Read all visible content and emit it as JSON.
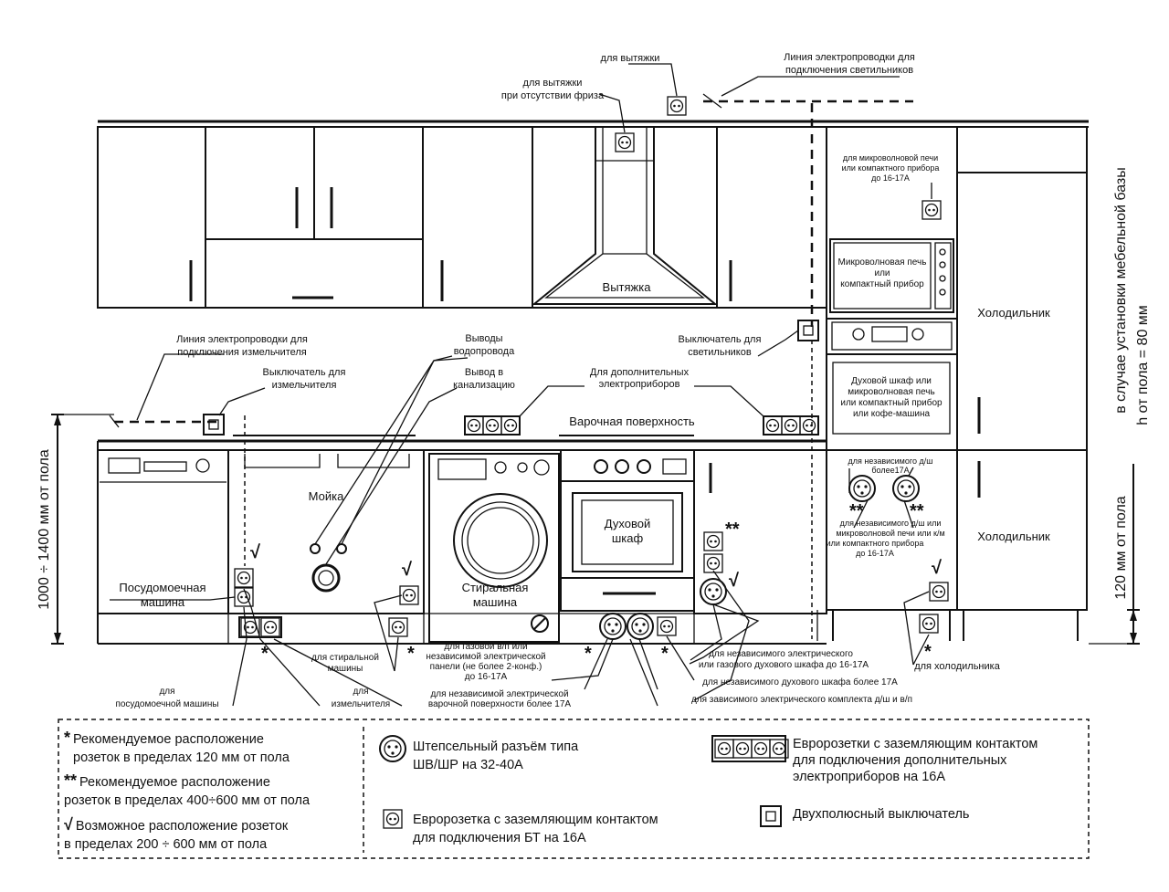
{
  "labels": {
    "hood_outlet": "для вытяжки",
    "hood_no_frieze_1": "для вытяжки",
    "hood_no_frieze_2": "при отсутствии фриза",
    "light_line_1": "Линия электропроводки для",
    "light_line_2": "подключения светильников",
    "microwave_outlet_1": "для микроволновой печи",
    "microwave_outlet_2": "или компактного прибора",
    "microwave_outlet_3": "до 16-17А",
    "microwave_1": "Микроволновая печь",
    "microwave_2": "или",
    "microwave_3": "компактный прибор",
    "hood": "Вытяжка",
    "fridge_top": "Холодильник",
    "fridge_bottom": "Холодильник",
    "vertical_base_1": "в случае установки мебельной базы",
    "vertical_base_2": "h от пола = 80 мм",
    "vertical_120": "120 мм от пола",
    "vertical_1000": "1000 ÷ 1400 мм от пола",
    "grinder_line_1": "Линия электропроводки для",
    "grinder_line_2": "подключения измельчителя",
    "grinder_switch_1": "Выключатель для",
    "grinder_switch_2": "измельчителя",
    "water_1": "Выводы",
    "water_2": "водопровода",
    "sewer_1": "Вывод в",
    "sewer_2": "канализацию",
    "light_switch_1": "Выключатель для",
    "light_switch_2": "светильников",
    "extra_1": "Для дополнительных",
    "extra_2": "электроприборов",
    "hob": "Варочная поверхность",
    "oven_cab_1": "Духовой шкаф или",
    "oven_cab_2": "микроволновая печь",
    "oven_cab_3": "или компактный прибор",
    "oven_cab_4": "или кофе-машина",
    "sink": "Мойка",
    "dishwasher_1": "Посудомоечная",
    "dishwasher_2": "машина",
    "washer_1": "Стиральная",
    "washer_2": "машина",
    "oven_1": "Духовой",
    "oven_2": "шкаф",
    "indep_dw_1": "для независимого д/ш",
    "indep_dw_2": "более17А",
    "indep_mw_1": "для независимого д/ш или",
    "indep_mw_2": "микроволновой печи или к/м",
    "indep_mw_3": "или компактного прибора",
    "indep_mw_4": "до 16-17А",
    "gas_1": "для газовой в/п или",
    "gas_2": "независимой электрической",
    "gas_3": "панели (не более 2-конф.)",
    "gas_4": "до 16-17А",
    "hob_big_1": "для независимой электрической",
    "hob_big_2": "варочной поверхности более 17А",
    "washer_out_1": "для стиральной",
    "washer_out_2": "машины",
    "dish_out_1": "для",
    "dish_out_2": "посудомоечной машины",
    "grinder_out_1": "для",
    "grinder_out_2": "измельчителя",
    "indep_oven_1": "для независимого электрического",
    "indep_oven_2": "или газового духового шкафа до 16-17А",
    "indep_oven_big": "для независимого духового шкафа более 17А",
    "dependent_set": "для зависимого электрического комплекта д/ш и в/п",
    "fridge_out": "для холодильника",
    "star1": "*",
    "star2": "**",
    "check": "√"
  },
  "legend": {
    "l1a": "Рекомендуемое расположение",
    "l1b": "розеток в пределах 120 мм от пола",
    "l2a": "Рекомендуемое расположение",
    "l2b": "розеток в пределах 400÷600 мм от пола",
    "l3a": "Возможное расположение розеток",
    "l3b": "в пределах 200  ÷ 600 мм от пола",
    "plug_a": "Штепсельный разъём типа",
    "plug_b": "ШВ/ШР на 32-40А",
    "euro_a": "Евророзетка с заземляющим контактом",
    "euro_b": "для подключения БТ на 16А",
    "triple_a": "Евророзетки с заземляющим контактом",
    "triple_b": "для подключения дополнительных",
    "triple_c": "электроприборов на 16А",
    "switch": "Двухполюсный выключатель"
  }
}
